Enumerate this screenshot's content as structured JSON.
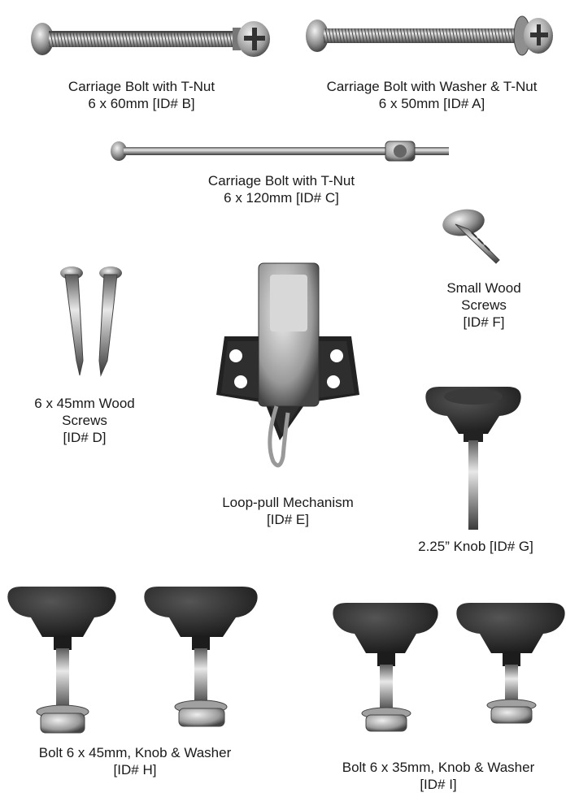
{
  "parts": [
    {
      "id": "B",
      "lines": [
        "Carriage Bolt with T-Nut",
        "6 x 60mm [ID# B]"
      ]
    },
    {
      "id": "A",
      "lines": [
        "Carriage Bolt with Washer & T-Nut",
        "6 x 50mm [ID# A]"
      ]
    },
    {
      "id": "C",
      "lines": [
        "Carriage Bolt with T-Nut",
        "6 x 120mm [ID# C]"
      ]
    },
    {
      "id": "F",
      "lines": [
        "Small Wood",
        "Screws",
        "[ID# F]"
      ]
    },
    {
      "id": "D",
      "lines": [
        "6 x 45mm Wood",
        "Screws",
        "[ID# D]"
      ]
    },
    {
      "id": "E",
      "lines": [
        "Loop-pull  Mechanism",
        "[ID# E]"
      ]
    },
    {
      "id": "G",
      "lines": [
        "2.25” Knob [ID# G]"
      ]
    },
    {
      "id": "H",
      "lines": [
        "Bolt 6 x 45mm, Knob & Washer",
        "[ID# H]"
      ]
    },
    {
      "id": "I",
      "lines": [
        "Bolt 6 x 35mm, Knob & Washer",
        "[ID# I]"
      ]
    }
  ],
  "colors": {
    "metal": "#9a9a9a",
    "metal_dark": "#555555",
    "metal_light": "#e6e6e6",
    "knob": "#2b2b2b",
    "knob_light": "#4a4a4a"
  }
}
